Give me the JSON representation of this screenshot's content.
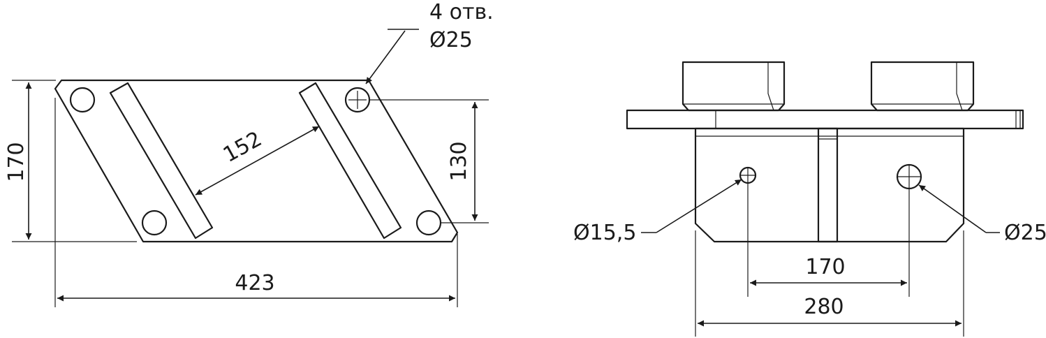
{
  "dimensions": {
    "total_length": "423",
    "total_height": "170",
    "hole_spacing_vertical": "130",
    "rib_spacing": "152",
    "holes_note_line1": "4 отв.",
    "holes_note_line2": "Ø25",
    "small_hole": "Ø15,5",
    "large_hole": "Ø25",
    "hole_center_distance": "170",
    "base_width": "280"
  }
}
